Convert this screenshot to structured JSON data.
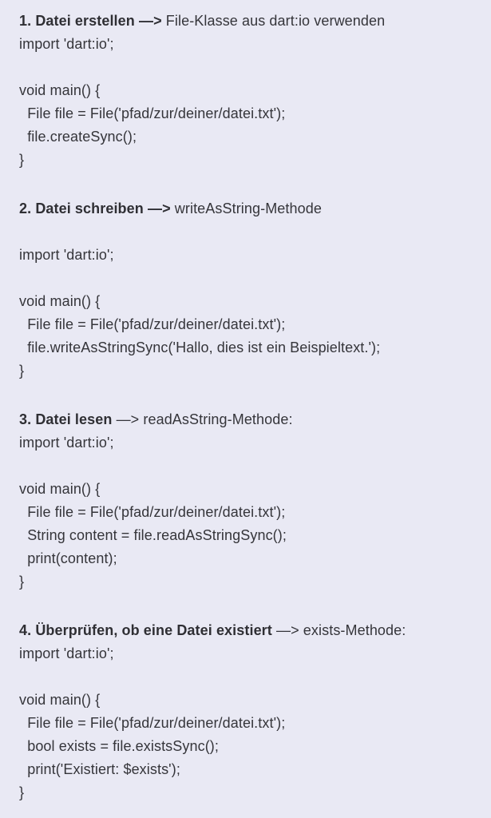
{
  "page": {
    "background_color": "#E9E9F4",
    "text_color": "#35353A"
  },
  "sections": [
    {
      "heading": {
        "bold": "1. Datei erstellen —>",
        "rest": " File-Klasse aus dart:io verwenden"
      },
      "lines": [
        "import 'dart:io';",
        "",
        "void main() {",
        "  File file = File('pfad/zur/deiner/datei.txt');",
        "  file.createSync();",
        "}"
      ]
    },
    {
      "heading": {
        "bold": "2. Datei schreiben —>",
        "rest": " writeAsString-Methode"
      },
      "lines": [
        "",
        "import 'dart:io';",
        "",
        "void main() {",
        "  File file = File('pfad/zur/deiner/datei.txt');",
        "  file.writeAsStringSync('Hallo, dies ist ein Beispieltext.');",
        "}"
      ]
    },
    {
      "heading": {
        "bold": "3. Datei lesen",
        "rest": " —> readAsString-Methode:"
      },
      "lines": [
        "import 'dart:io';",
        "",
        "void main() {",
        "  File file = File('pfad/zur/deiner/datei.txt');",
        "  String content = file.readAsStringSync();",
        "  print(content);",
        "}"
      ]
    },
    {
      "heading": {
        "bold": "4. Überprüfen, ob eine Datei existiert",
        "rest": " —> exists-Methode:"
      },
      "lines": [
        "import 'dart:io';",
        "",
        "void main() {",
        "  File file = File('pfad/zur/deiner/datei.txt');",
        "  bool exists = file.existsSync();",
        "  print('Existiert: $exists');",
        "}"
      ]
    }
  ]
}
